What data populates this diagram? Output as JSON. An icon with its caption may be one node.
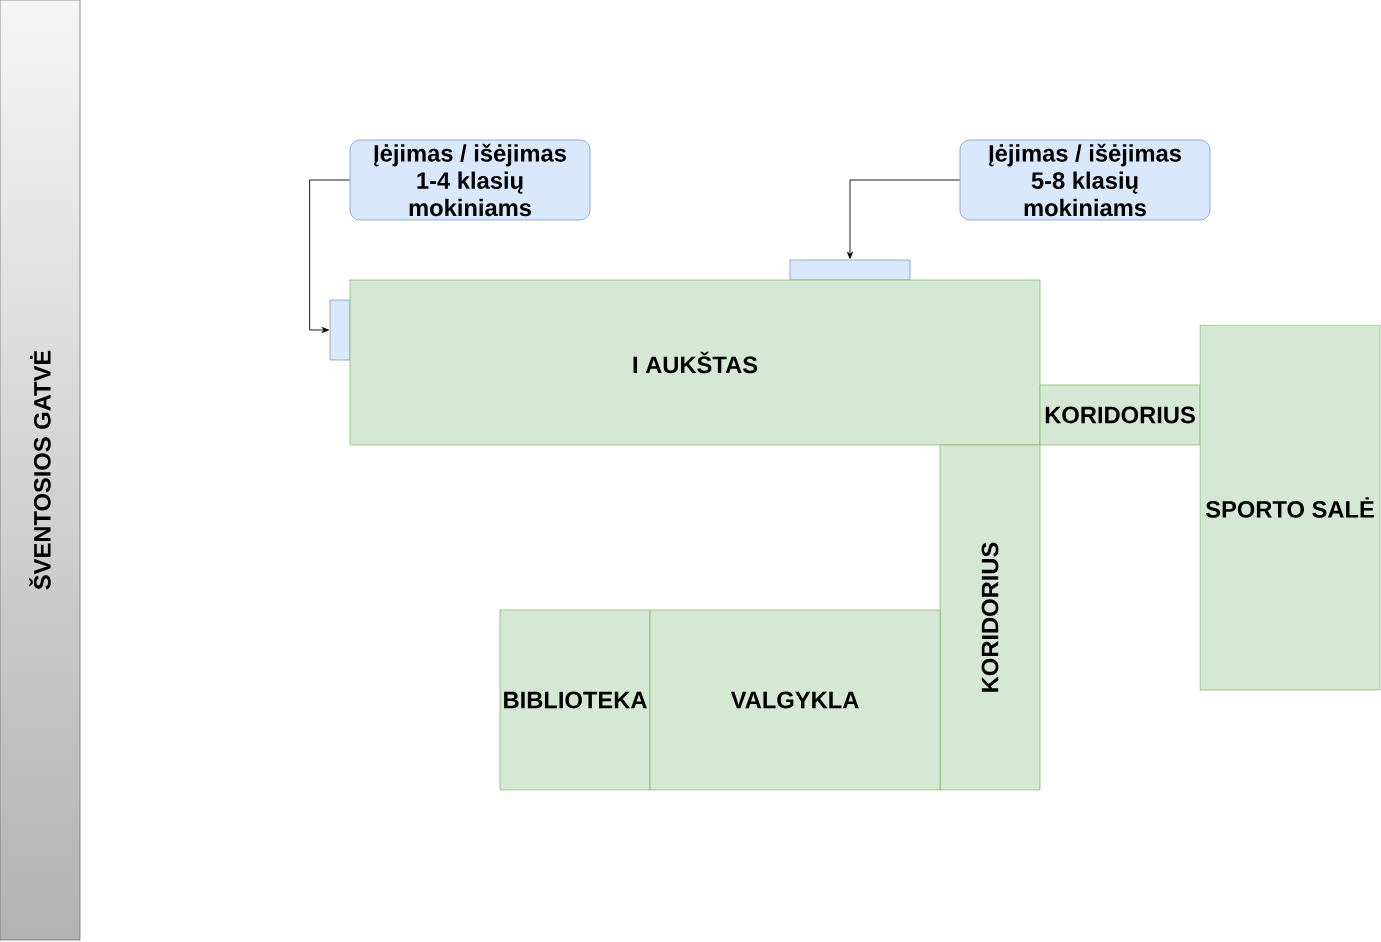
{
  "diagram": {
    "nodes": [
      {
        "text": [
          "ŠVENTOSIOS GATVĖ"
        ]
      },
      {
        "text": [
          "Įėjimas / išėjimas 1-4 klasių mokiniams"
        ]
      },
      {
        "text": [
          "Įėjimas / išėjimas 5-8 klasių mokiniams"
        ]
      },
      {
        "text": [],
        "shape": "box"
      },
      {
        "text": [],
        "shape": "box"
      },
      {
        "text": [
          "I AUKŠTAS"
        ]
      },
      {
        "text": [
          "KORIDORIUS"
        ]
      },
      {
        "text": [
          "SPORTO SALĖ"
        ]
      },
      {
        "text": [
          "KORIDORIUS"
        ]
      },
      {
        "text": [
          "BIBLIOTEKA"
        ]
      },
      {
        "text": [
          "VALGYKLA"
        ]
      }
    ],
    "edges": [
      {
        "from": 1,
        "to": 3,
        "arrow": "to"
      },
      {
        "from": 2,
        "to": 4,
        "arrow": "to"
      }
    ]
  }
}
